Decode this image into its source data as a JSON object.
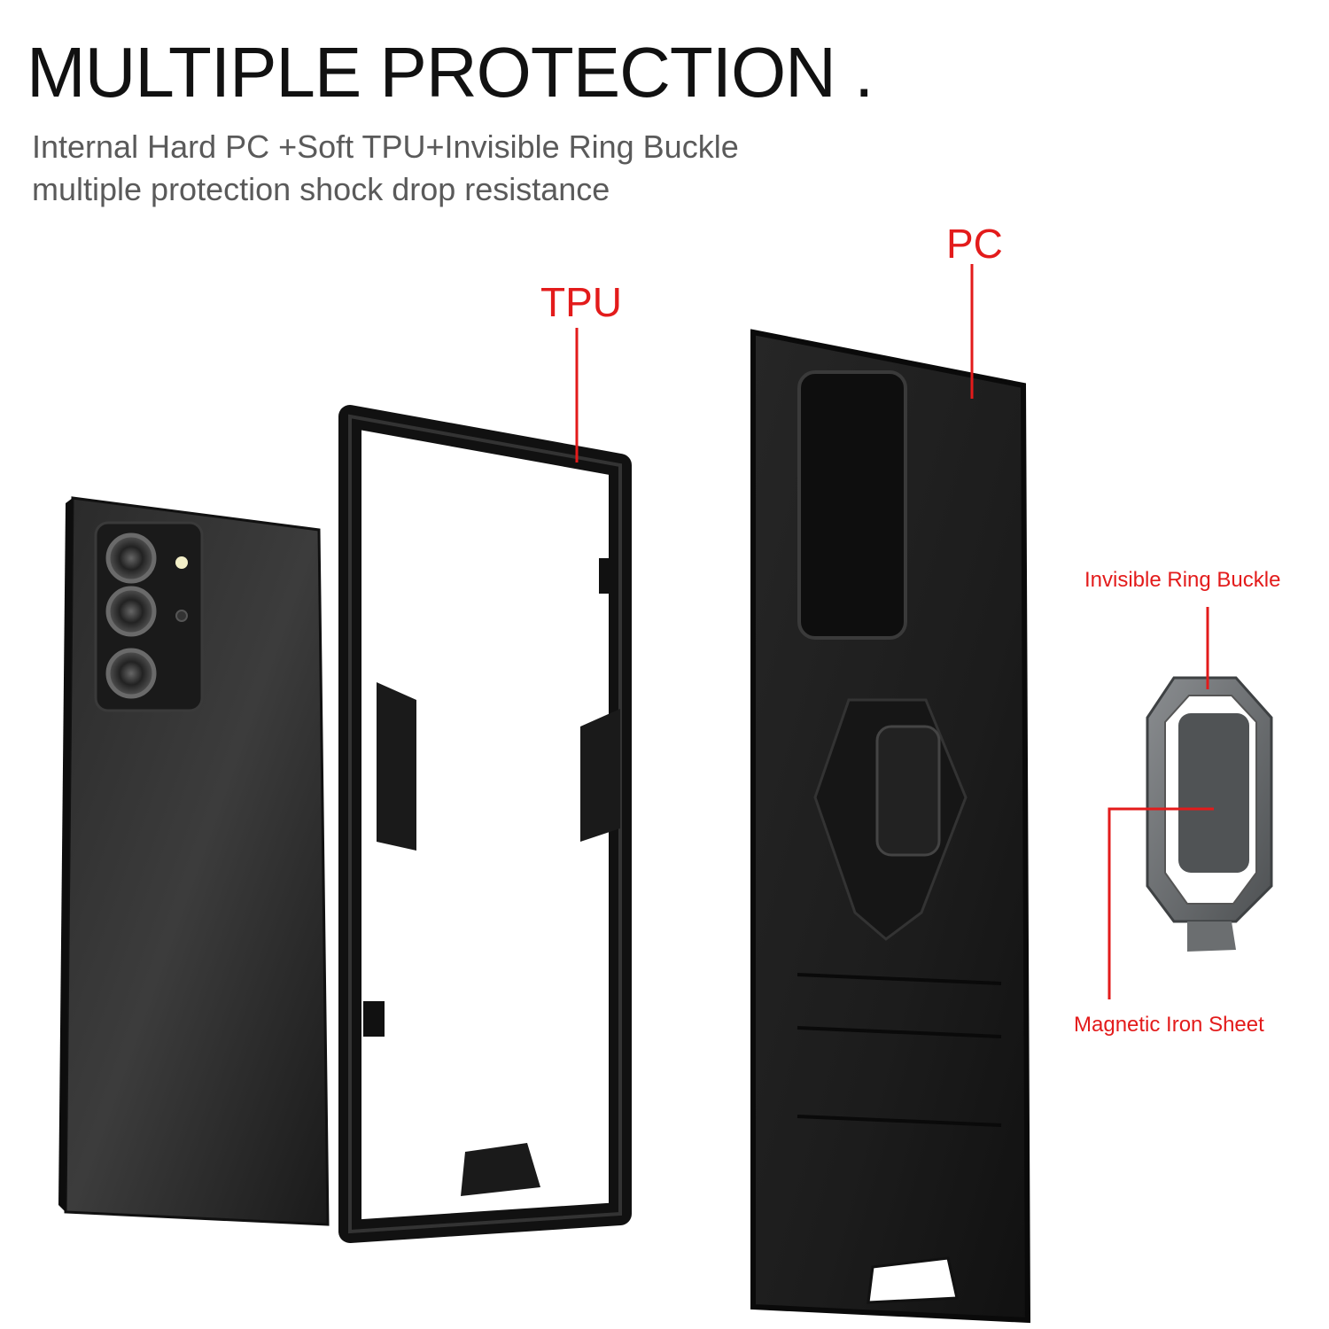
{
  "heading": {
    "title": "MULTIPLE PROTECTION .",
    "subtitle_line1": "Internal Hard PC +Soft TPU+Invisible Ring Buckle",
    "subtitle_line2": "multiple protection shock drop resistance"
  },
  "callouts": {
    "tpu": "TPU",
    "pc": "PC",
    "ring": "Invisible Ring Buckle",
    "iron": "Magnetic Iron Sheet"
  },
  "colors": {
    "callout": "#e31b1b",
    "title": "#111111",
    "subtitle": "#5a5a5a",
    "case": "#1e1e1e",
    "ring": "#6b6e70"
  }
}
